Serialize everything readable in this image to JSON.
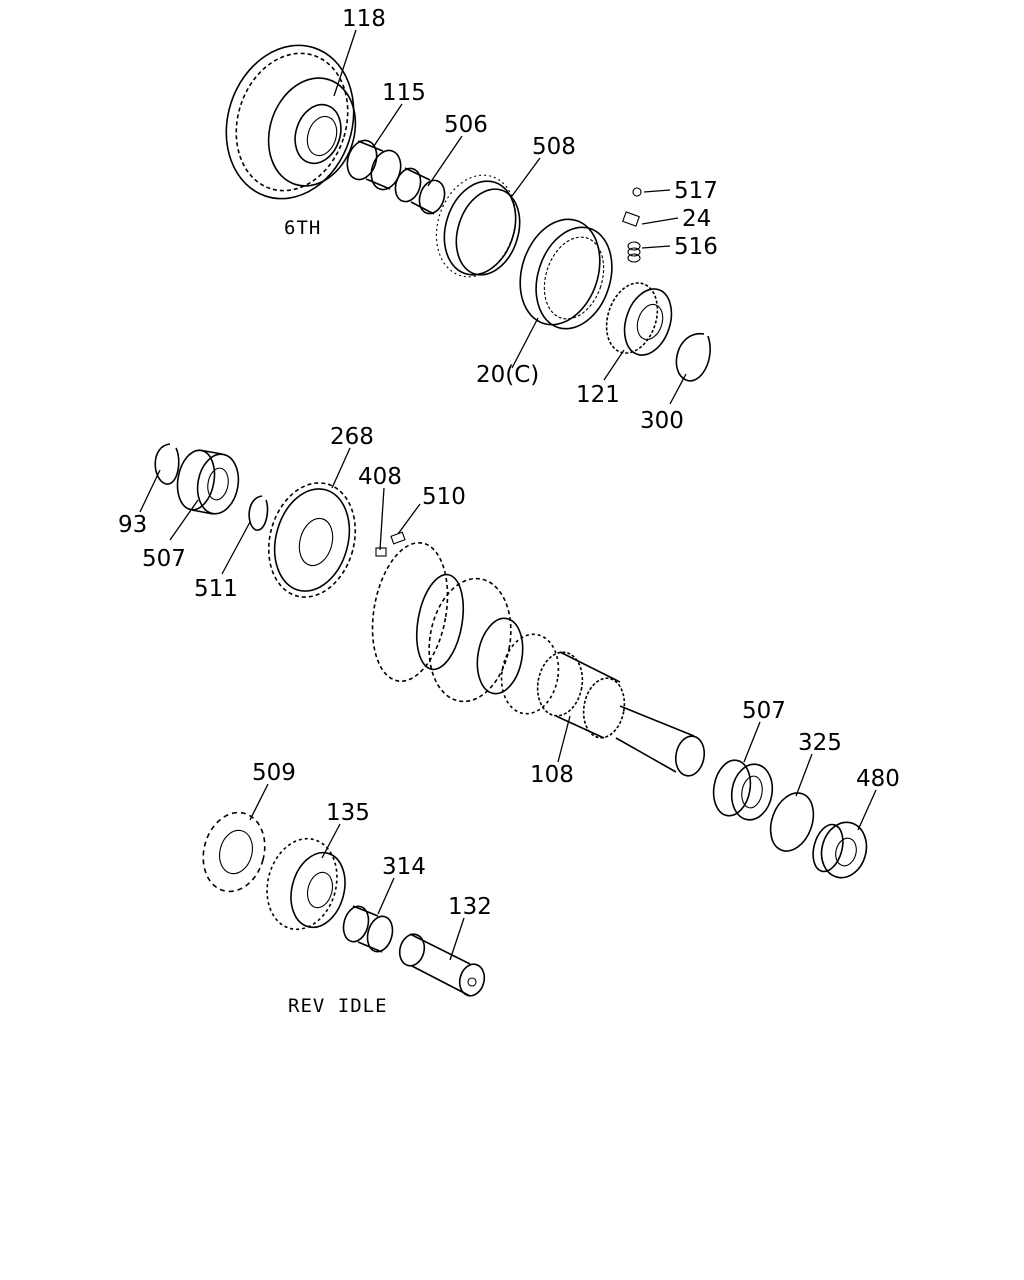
{
  "diagram": {
    "captions": {
      "sixth": "6TH",
      "rev_idle": "REV IDLE"
    },
    "labels": {
      "p118": "118",
      "p115": "115",
      "p506": "506",
      "p508": "508",
      "p517": "517",
      "p24": "24",
      "p516": "516",
      "p20c": "20(C)",
      "p121": "121",
      "p300": "300",
      "p268": "268",
      "p408": "408",
      "p510": "510",
      "p93": "93",
      "p507a": "507",
      "p511": "511",
      "p108": "108",
      "p507b": "507",
      "p325": "325",
      "p480": "480",
      "p509": "509",
      "p135": "135",
      "p314": "314",
      "p132": "132"
    }
  }
}
